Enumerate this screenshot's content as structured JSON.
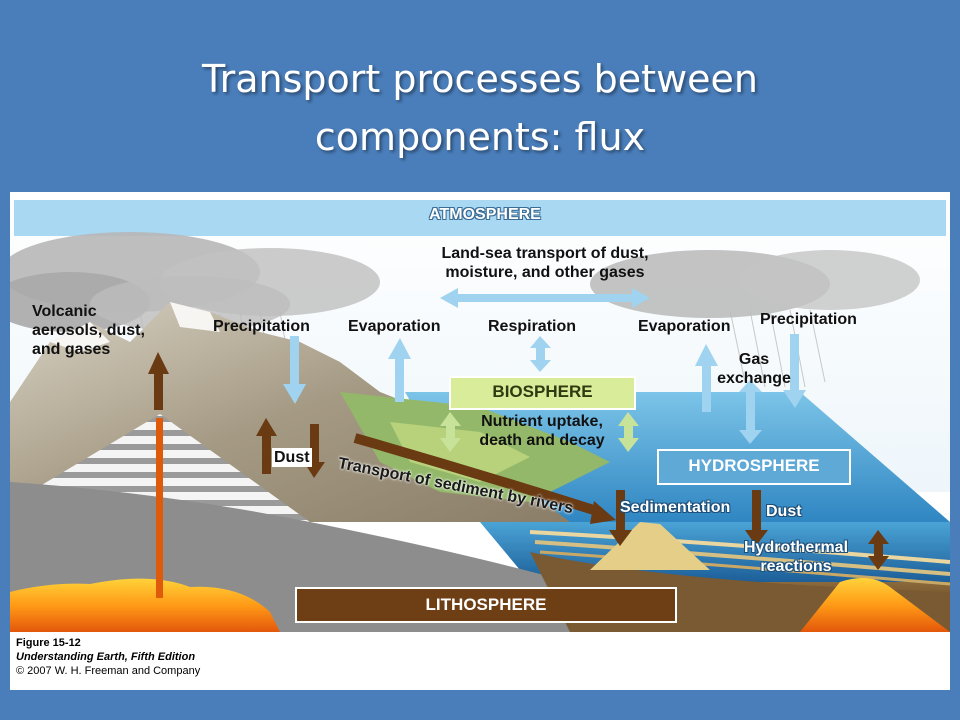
{
  "title": {
    "line1": "Transport processes between",
    "line2": "components: flux"
  },
  "diagram": {
    "atmosphere": "ATMOSPHERE",
    "biosphere": "BIOSPHERE",
    "hydrosphere": "HYDROSPHERE",
    "lithosphere": "LITHOSPHERE",
    "land_sea_line1": "Land-sea transport of dust,",
    "land_sea_line2": "moisture, and other gases",
    "volcanic_line1": "Volcanic",
    "volcanic_line2": "aerosols, dust,",
    "volcanic_line3": "and gases",
    "precipitation_left": "Precipitation",
    "evaporation_left": "Evaporation",
    "respiration": "Respiration",
    "evaporation_right": "Evaporation",
    "precipitation_right": "Precipitation",
    "gas_line1": "Gas",
    "gas_line2": "exchange",
    "nutrient_line1": "Nutrient uptake,",
    "nutrient_line2": "death and decay",
    "dust_left": "Dust",
    "transport_sediment": "Transport of sediment by rivers",
    "sedimentation": "Sedimentation",
    "dust_right": "Dust",
    "hydrothermal_line1": "Hydrothermal",
    "hydrothermal_line2": "reactions"
  },
  "caption": {
    "figure": "Figure 15-12",
    "book": "Understanding Earth, Fifth Edition",
    "copyright": "© 2007 W. H. Freeman and Company"
  },
  "colors": {
    "background": "#4a7ebb",
    "atmosphere_bar": "#a9d8f3",
    "biosphere_box": "#d9ec9a",
    "hydrosphere_box": "#5fa9d6",
    "lithosphere_box": "#6e3e15",
    "flux_arrow_brown": "#6a3a12",
    "flux_arrow_blue": "#9fd3ef",
    "flux_arrow_green": "#c7e39a"
  }
}
